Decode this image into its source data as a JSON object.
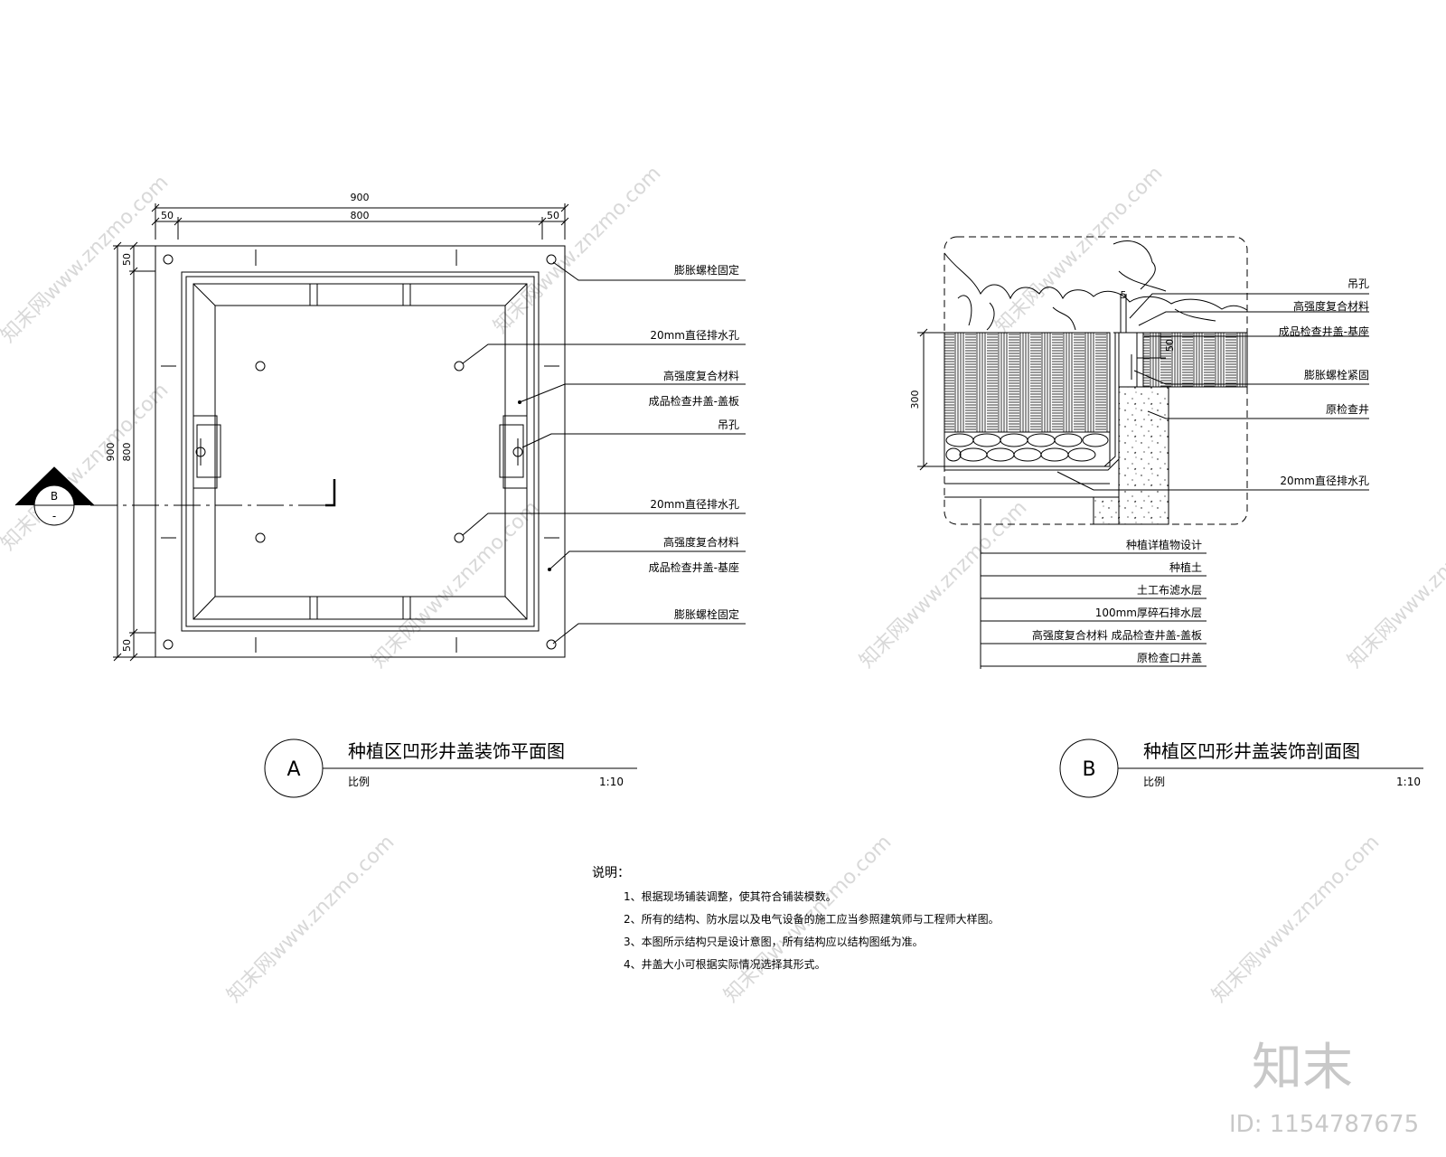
{
  "plan": {
    "dims": {
      "overall_width": "900",
      "inner_width": "800",
      "left_margin": "50",
      "right_margin": "50",
      "overall_height": "900",
      "inner_height": "800",
      "top_margin": "50",
      "bottom_margin": "50"
    },
    "section_marker": {
      "letter": "B",
      "sub": "-"
    },
    "labels": [
      "膨胀螺栓固定",
      "20mm直径排水孔",
      "高强度复合材料",
      "成品检查井盖-盖板",
      "吊孔",
      "20mm直径排水孔",
      "高强度复合材料",
      "成品检查井盖-基座",
      "膨胀螺栓固定"
    ],
    "title": {
      "letter": "A",
      "text": "种植区凹形井盖装饰平面图",
      "scale_label": "比例",
      "scale": "1:10"
    }
  },
  "section": {
    "dims": {
      "depth": "300",
      "gap": "5",
      "seat": "50"
    },
    "right_labels": [
      "吊孔",
      "高强度复合材料",
      "成品检查井盖-基座",
      "膨胀螺栓紧固",
      "原检查井",
      "20mm直径排水孔"
    ],
    "layer_labels": [
      "种植详植物设计",
      "种植土",
      "土工布滤水层",
      "100mm厚碎石排水层",
      "高强度复合材料 成品检查井盖-盖板",
      "原检查口井盖"
    ],
    "title": {
      "letter": "B",
      "text": "种植区凹形井盖装饰剖面图",
      "scale_label": "比例",
      "scale": "1:10"
    }
  },
  "notes": {
    "heading": "说明：",
    "items": [
      "1、根据现场铺装调整，使其符合铺装模数。",
      "2、所有的结构、防水层以及电气设备的施工应当参照建筑师与工程师大样图。",
      "3、本图所示结构只是设计意图，所有结构应以结构图纸为准。",
      "4、井盖大小可根据实际情况选择其形式。"
    ]
  },
  "branding": {
    "logo": "知末",
    "id_text": "ID: 1154787675",
    "watermark": "知末网www.znzmo.com"
  }
}
